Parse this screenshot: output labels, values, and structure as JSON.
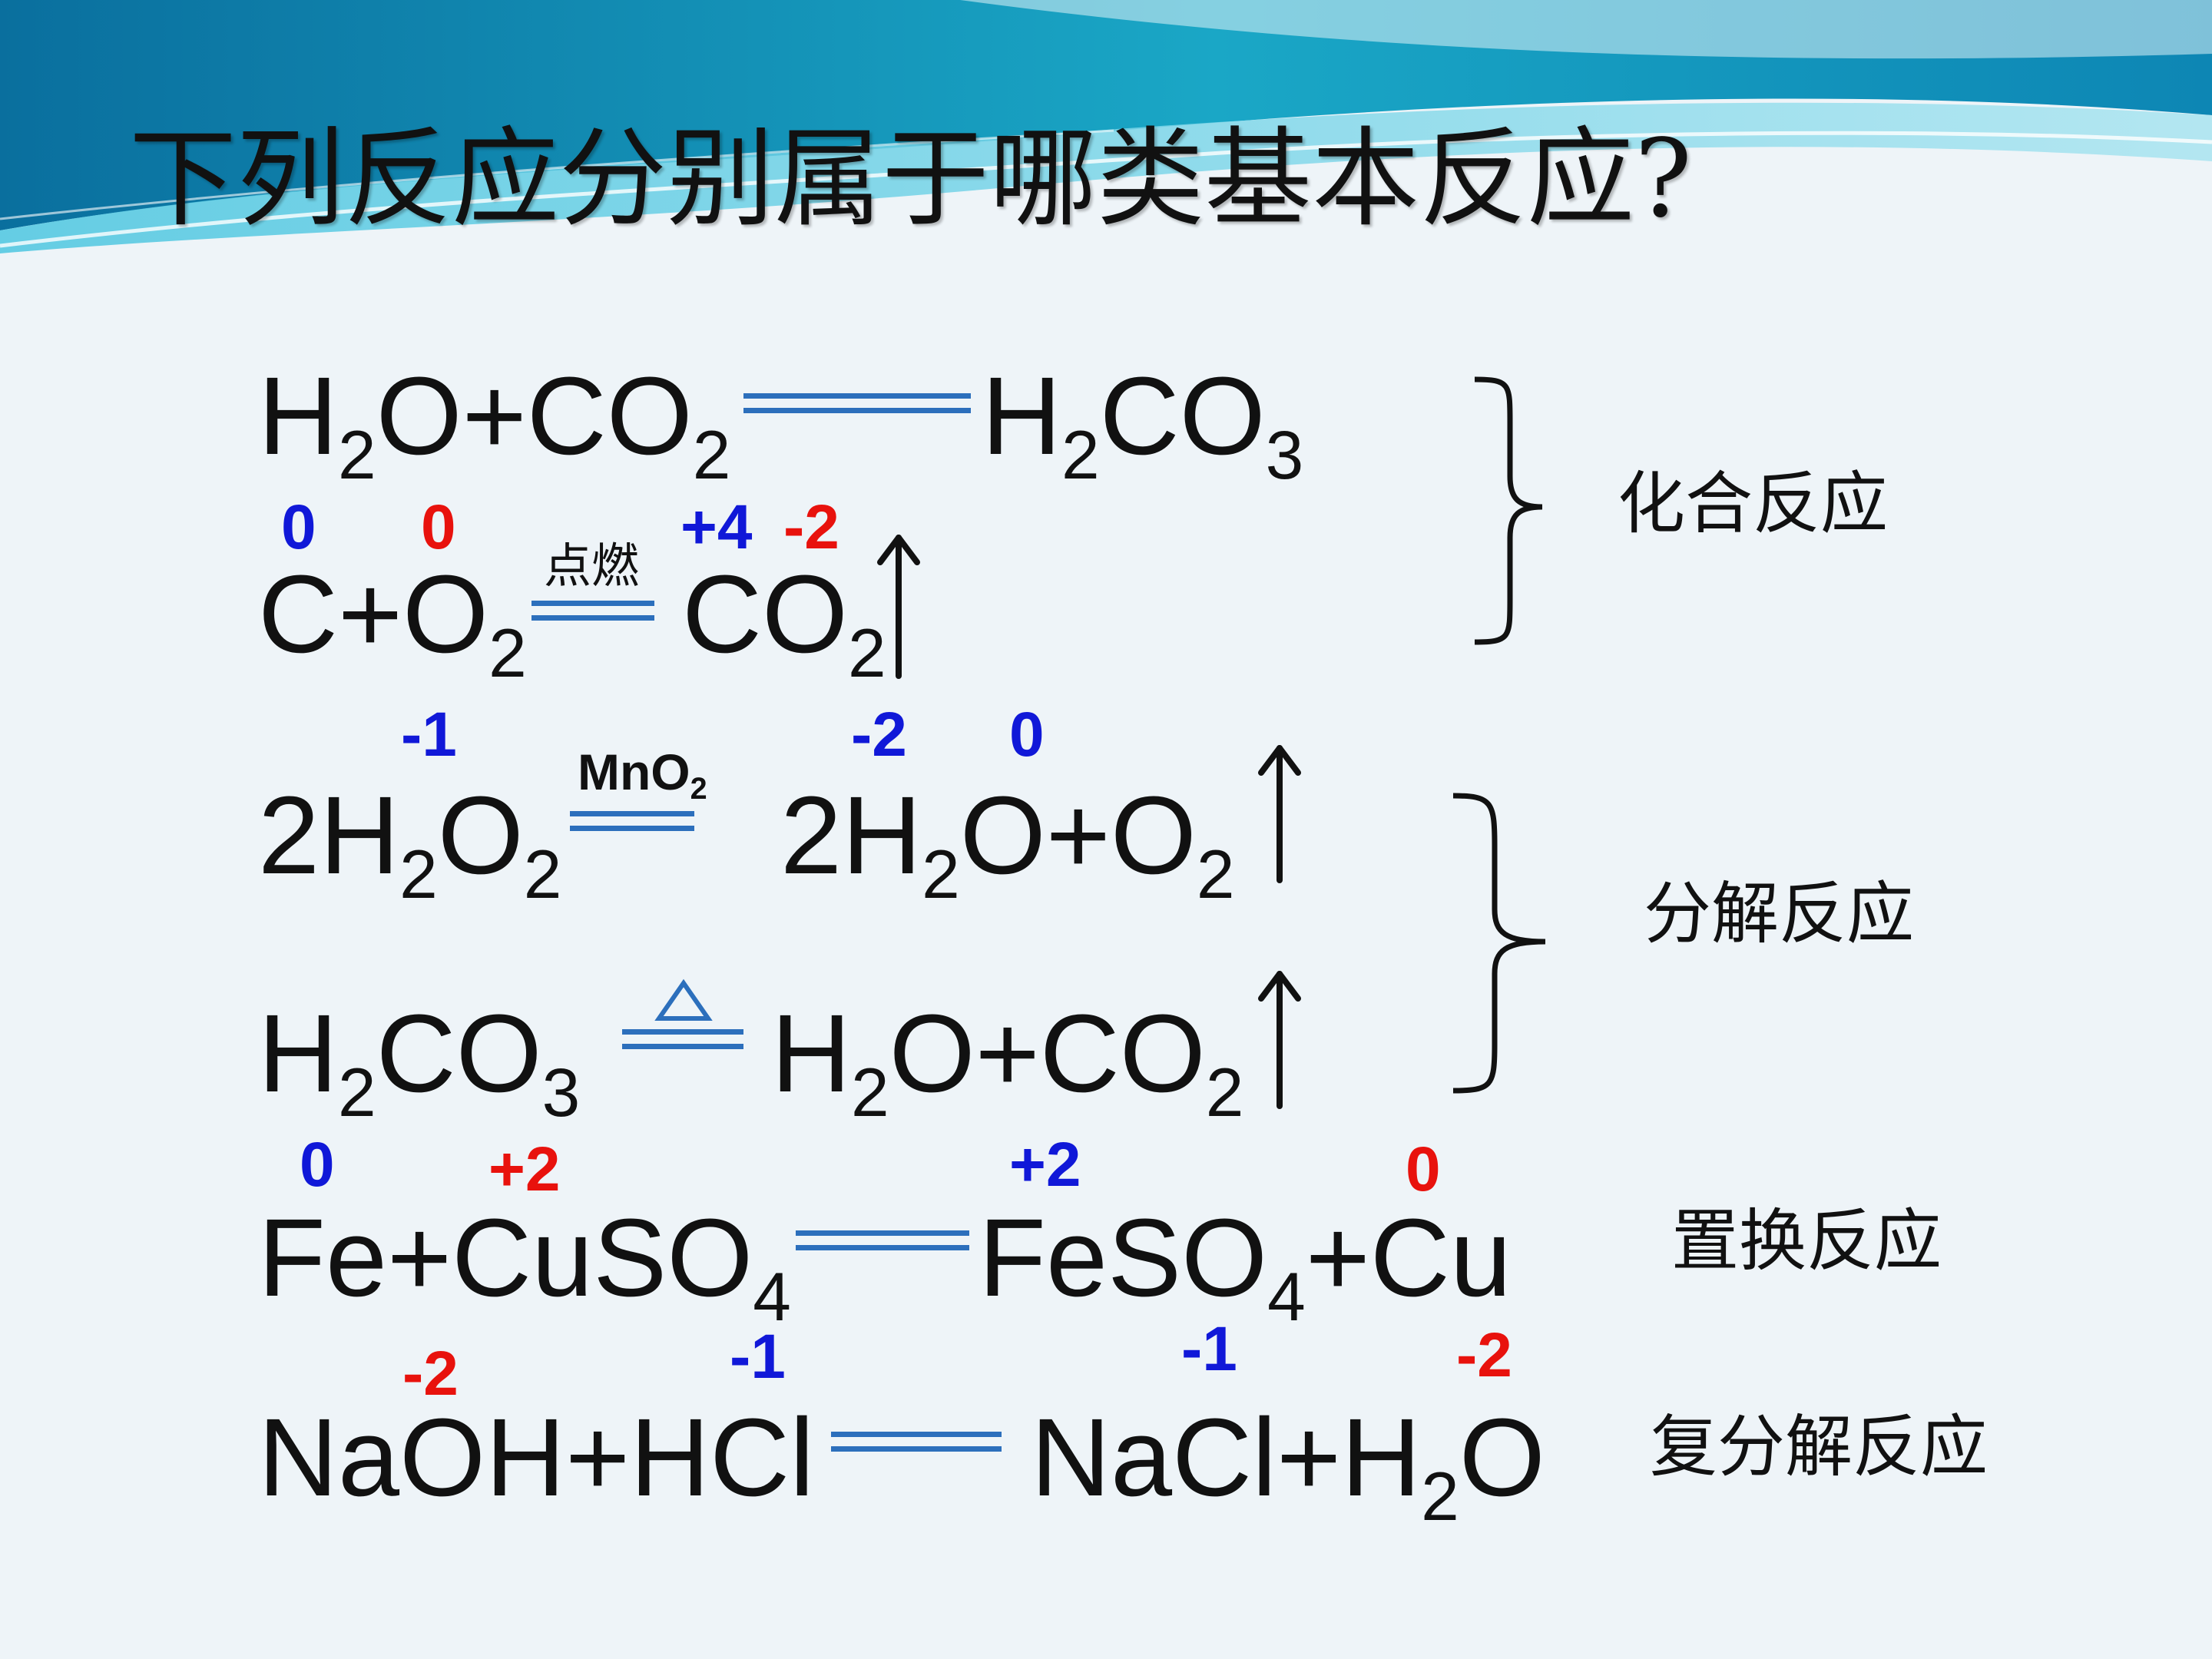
{
  "title": "下列反应分别属于哪类基本反应?",
  "equations": {
    "eq1": {
      "r1": "H",
      "r1s": "2",
      "r2": "O+CO",
      "r2s": "2",
      "p1": "H",
      "p1s": "2",
      "p2": "CO",
      "p2s": "3"
    },
    "eq2": {
      "r1": "C+O",
      "r1s": "2",
      "cond": "点燃",
      "p1": "CO",
      "p1s": "2",
      "ox": [
        "0",
        "0",
        "+4",
        "-2"
      ]
    },
    "eq3": {
      "r1": "2H",
      "r1s": "2",
      "r2": "O",
      "r2s": "2",
      "cond": "MnO",
      "conds": "2",
      "p1": "2H",
      "p1s": "2",
      "p2": "O+O",
      "p2s": "2",
      "ox": [
        "-1",
        "-2",
        "0"
      ]
    },
    "eq4": {
      "r1": "H",
      "r1s": "2",
      "r2": "CO",
      "r2s": "3",
      "p1": "H",
      "p1s": "2",
      "p2": "O+CO",
      "p2s": "2"
    },
    "eq5": {
      "r1": "Fe+CuSO",
      "r1s": "4",
      "p1": "FeSO",
      "p1s": "4",
      "p2": "+Cu",
      "ox": [
        "0",
        "+2",
        "+2",
        "0"
      ]
    },
    "eq6": {
      "r1": "NaOH+HCl",
      "p1": "NaCl+H",
      "p1s": "2",
      "p2": "O",
      "ox": [
        "-2",
        "-1",
        "-1",
        "-2"
      ]
    }
  },
  "labels": {
    "combination": "化合反应",
    "decomposition": "分解反应",
    "displacement": "置换反应",
    "double_decomposition": "复分解反应"
  },
  "colors": {
    "blue": "#1018d8",
    "red": "#e8120d",
    "equal_sign": "#2c6fbc",
    "header_teal": "#0f93b8"
  }
}
